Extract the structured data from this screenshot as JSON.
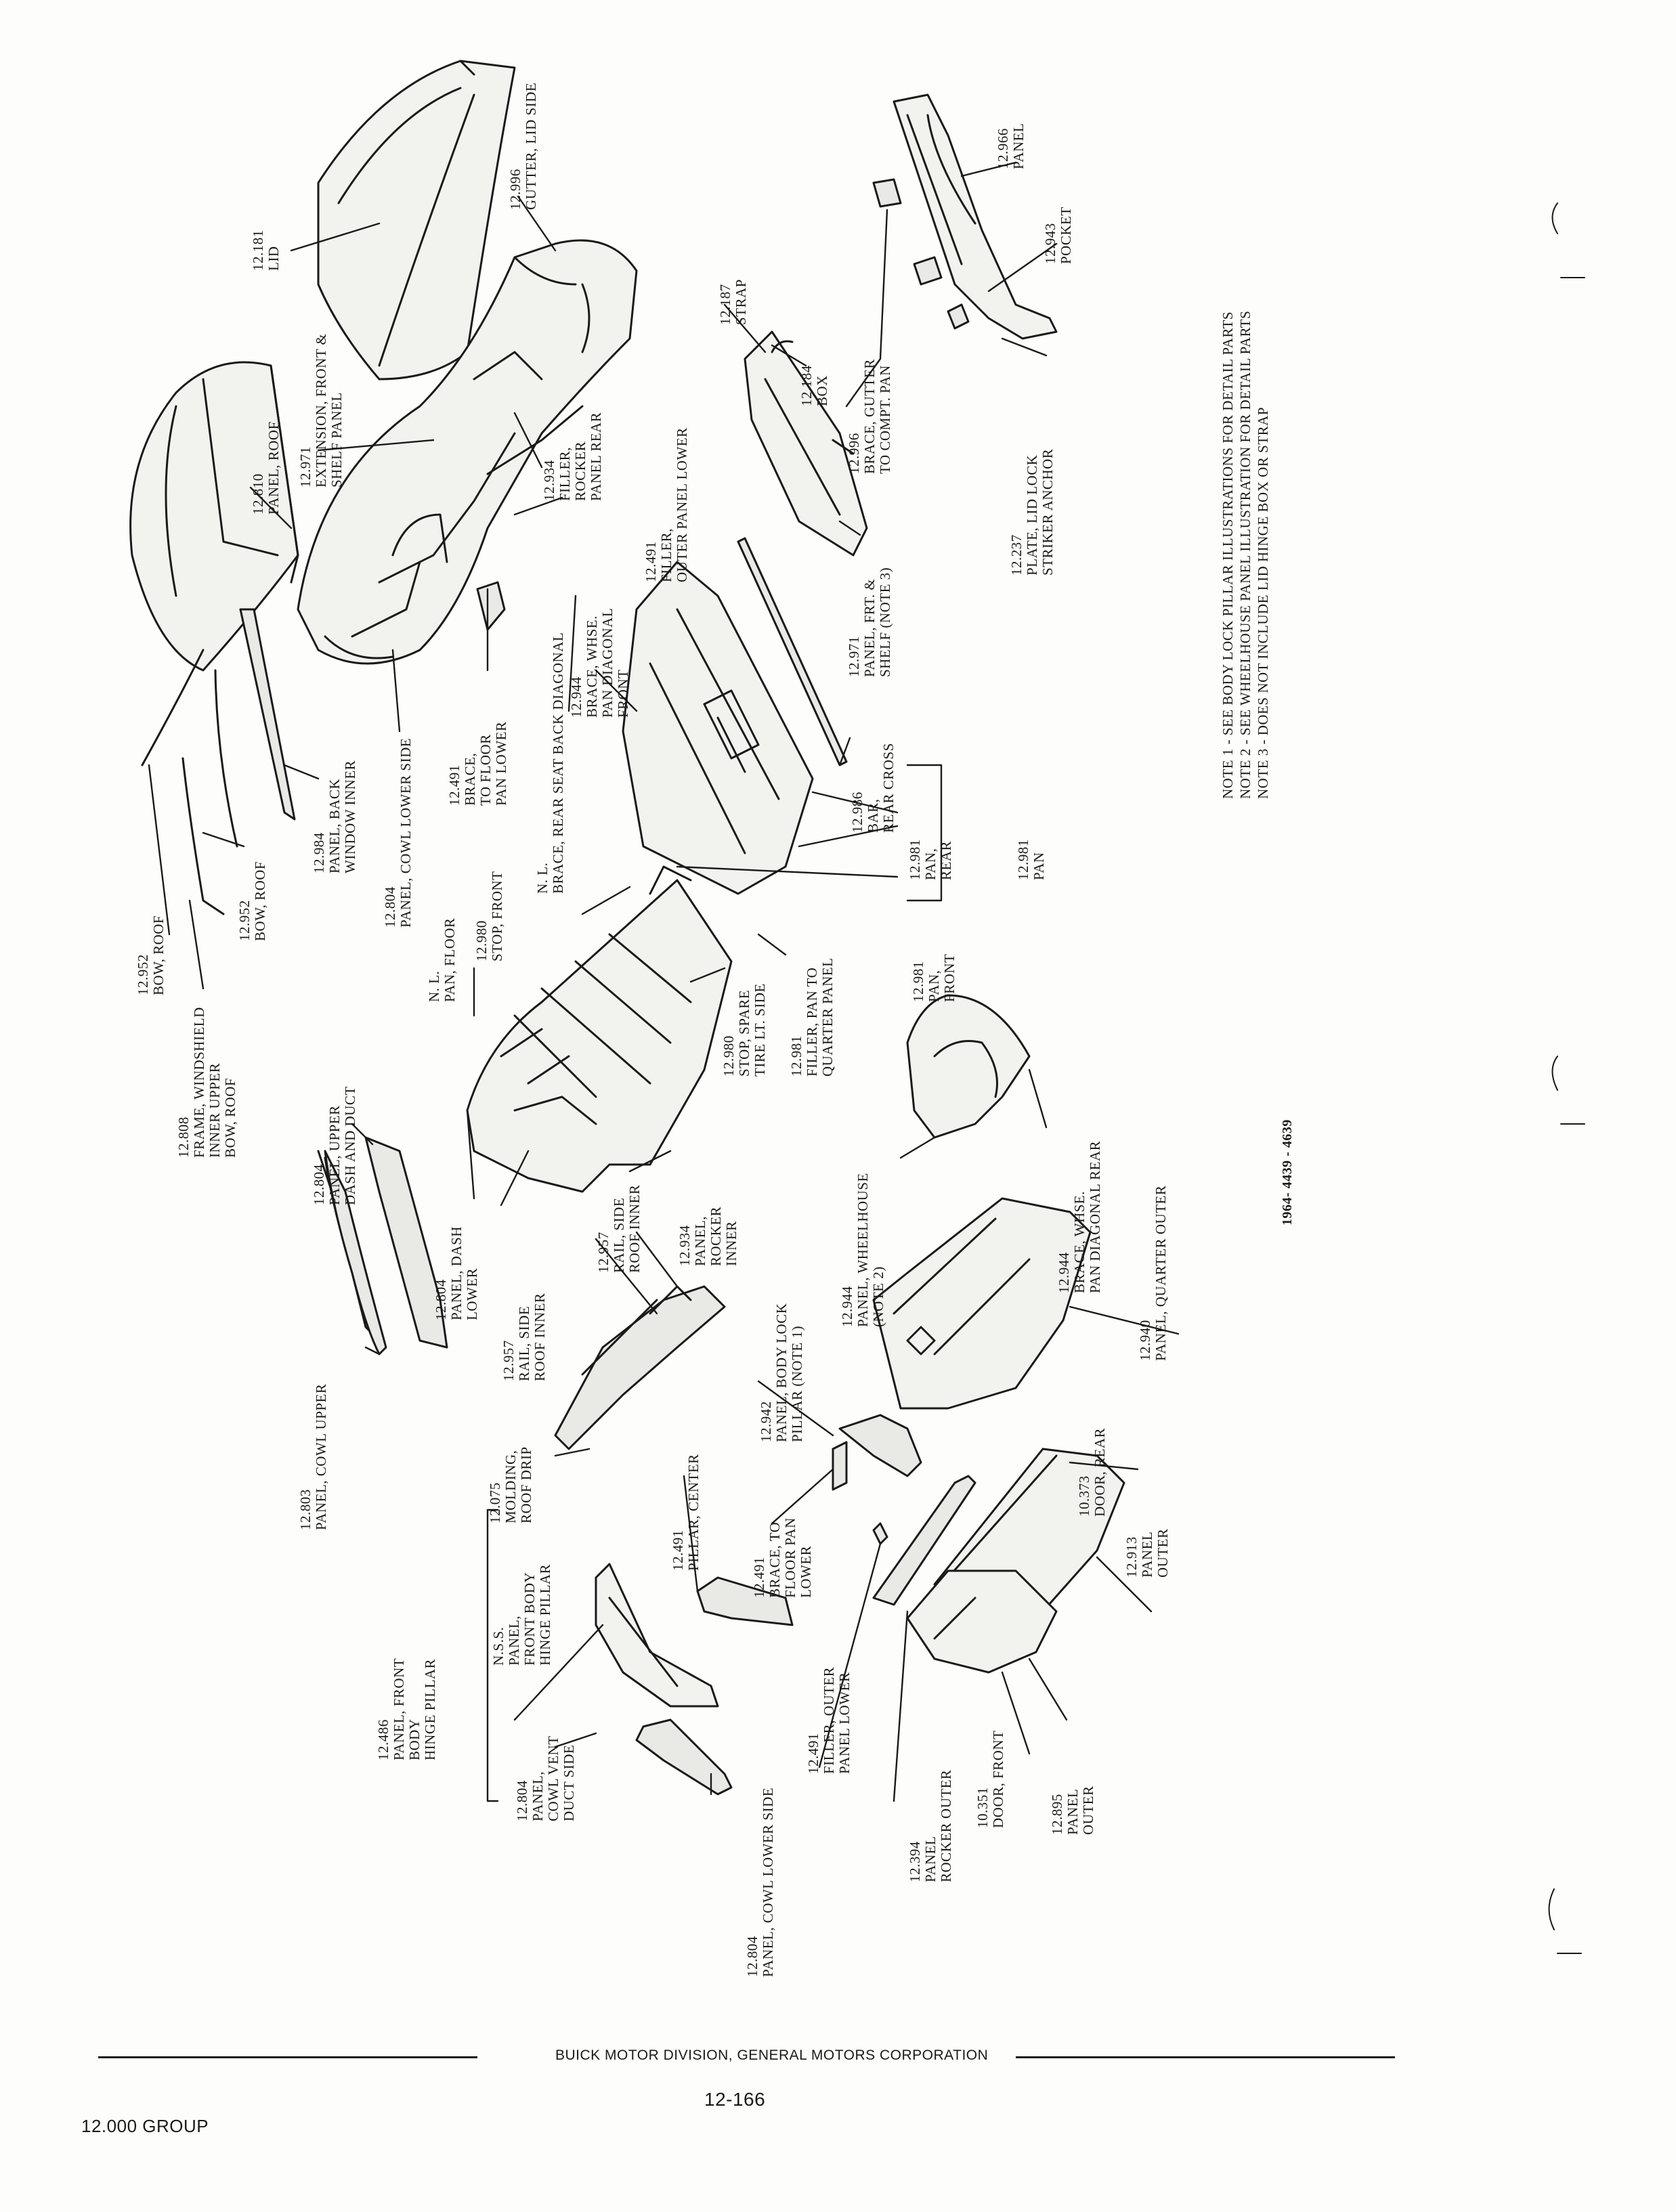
{
  "labels": [
    {
      "id": "lid",
      "lines": [
        "12.181",
        "LID"
      ]
    },
    {
      "id": "gutter-lid-side",
      "lines": [
        "12.996",
        "GUTTER, LID SIDE"
      ]
    },
    {
      "id": "panel-roof",
      "lines": [
        "12.810",
        "PANEL, ROOF"
      ]
    },
    {
      "id": "extension-front-shelf",
      "lines": [
        "12.971",
        "EXTENSION, FRONT &",
        "SHELF PANEL"
      ]
    },
    {
      "id": "filler-rocker-rear",
      "lines": [
        "12.934",
        "FILLER,",
        "ROCKER",
        "PANEL REAR"
      ]
    },
    {
      "id": "filler-outer-panel-lower-top",
      "lines": [
        "12.491",
        "FILLER,",
        "OUTER PANEL LOWER"
      ]
    },
    {
      "id": "strap",
      "lines": [
        "12.187",
        "STRAP"
      ]
    },
    {
      "id": "box",
      "lines": [
        "12.184",
        "BOX"
      ]
    },
    {
      "id": "brace-gutter",
      "lines": [
        "12.996",
        "BRACE, GUTTER",
        "TO COMPT. PAN"
      ]
    },
    {
      "id": "panel-frt-shelf",
      "lines": [
        "12.971",
        "PANEL, FRT. &",
        "SHELF (NOTE 3)"
      ]
    },
    {
      "id": "panel-top-right",
      "lines": [
        "12.966",
        "PANEL"
      ]
    },
    {
      "id": "pocket",
      "lines": [
        "12.943",
        "POCKET"
      ]
    },
    {
      "id": "plate-lid-lock",
      "lines": [
        "12.237",
        "PLATE, LID LOCK",
        "STRIKER ANCHOR"
      ]
    },
    {
      "id": "brace-whse-diag-front",
      "lines": [
        "12.944",
        "BRACE, WHSE.",
        "PAN DIAGONAL",
        "FRONT"
      ]
    },
    {
      "id": "brace-to-floor-pan-lower-top",
      "lines": [
        "12.491",
        "BRACE,",
        "TO FLOOR",
        "PAN LOWER"
      ]
    },
    {
      "id": "brace-rear-seat-back",
      "lines": [
        "N. L.",
        "BRACE, REAR SEAT BACK DIAGONAL"
      ]
    },
    {
      "id": "panel-cowl-lower-side-top",
      "lines": [
        "12.804",
        "PANEL, COWL LOWER SIDE"
      ]
    },
    {
      "id": "panel-back-window-inner",
      "lines": [
        "12.984",
        "PANEL, BACK",
        "WINDOW INNER"
      ]
    },
    {
      "id": "bow-roof-inner",
      "lines": [
        "12.952",
        "BOW, ROOF"
      ]
    },
    {
      "id": "bow-roof-outer",
      "lines": [
        "12.952",
        "BOW, ROOF"
      ]
    },
    {
      "id": "frame-windshield",
      "lines": [
        "12.808",
        "FRAME, WINDSHIELD",
        "INNER UPPER",
        "BOW, ROOF"
      ]
    },
    {
      "id": "bar-rear-cross",
      "lines": [
        "12.986",
        "BAR,",
        "REAR CROSS"
      ]
    },
    {
      "id": "pan-rear",
      "lines": [
        "12.981",
        "PAN,",
        "REAR"
      ]
    },
    {
      "id": "pan",
      "lines": [
        "12.981",
        "PAN"
      ]
    },
    {
      "id": "pan-front",
      "lines": [
        "12.981",
        "PAN,",
        "FRONT"
      ]
    },
    {
      "id": "stop-front",
      "lines": [
        "12.980",
        "STOP, FRONT"
      ]
    },
    {
      "id": "pan-floor",
      "lines": [
        "N. L.",
        "PAN, FLOOR"
      ]
    },
    {
      "id": "stop-spare-tire",
      "lines": [
        "12.980",
        "STOP, SPARE",
        "TIRE LT. SIDE"
      ]
    },
    {
      "id": "filler-pan-quarter",
      "lines": [
        "12.981",
        "FILLER, PAN TO",
        "QUARTER PANEL"
      ]
    },
    {
      "id": "panel-upper-dash",
      "lines": [
        "12.804",
        "PANEL, UPPER",
        "DASH AND DUCT"
      ]
    },
    {
      "id": "brace-whse-diag-rear",
      "lines": [
        "12.944",
        "BRACE, WHSE.",
        "PAN DIAGONAL REAR"
      ]
    },
    {
      "id": "panel-wheelhouse",
      "lines": [
        "12.944",
        "PANEL, WHEELHOUSE",
        "(NOTE 2)"
      ]
    },
    {
      "id": "panel-rocker-inner",
      "lines": [
        "12.934",
        "PANEL,",
        "ROCKER",
        "INNER"
      ]
    },
    {
      "id": "panel-dash-lower",
      "lines": [
        "12.804",
        "PANEL, DASH",
        "LOWER"
      ]
    },
    {
      "id": "rail-side-roof-inner-a",
      "lines": [
        "12.957",
        "RAIL, SIDE",
        "ROOF INNER"
      ]
    },
    {
      "id": "rail-side-roof-inner-b",
      "lines": [
        "12.957",
        "RAIL, SIDE",
        "ROOF INNER"
      ]
    },
    {
      "id": "panel-body-lock-pillar",
      "lines": [
        "12.942",
        "PANEL, BODY LOCK",
        "PILLAR (NOTE 1)"
      ]
    },
    {
      "id": "panel-quarter-outer",
      "lines": [
        "12.940",
        "PANEL, QUARTER OUTER"
      ]
    },
    {
      "id": "panel-cowl-upper",
      "lines": [
        "12.803",
        "PANEL, COWL UPPER"
      ]
    },
    {
      "id": "molding-roof-drip",
      "lines": [
        "12.075",
        "MOLDING,",
        "ROOF DRIP"
      ]
    },
    {
      "id": "pillar-center",
      "lines": [
        "12.491",
        "PILLAR, CENTER"
      ]
    },
    {
      "id": "brace-to-floor-pan-lower",
      "lines": [
        "12.491",
        "BRACE, TO",
        "FLOOR PAN",
        "LOWER"
      ]
    },
    {
      "id": "door-rear",
      "lines": [
        "10.373",
        "DOOR, REAR"
      ]
    },
    {
      "id": "panel-outer-rear-door",
      "lines": [
        "12.913",
        "PANEL",
        "OUTER"
      ]
    },
    {
      "id": "panel-front-body-hinge-pillar",
      "lines": [
        "12.486",
        "PANEL, FRONT",
        "BODY",
        "HINGE PILLAR"
      ]
    },
    {
      "id": "nss-panel-front-body",
      "lines": [
        "N.S.S.",
        "PANEL,",
        "FRONT BODY",
        "HINGE PILLAR"
      ]
    },
    {
      "id": "panel-cowl-vent-duct",
      "lines": [
        "12.804",
        "PANEL,",
        "COWL VENT",
        "DUCT SIDE"
      ]
    },
    {
      "id": "panel-cowl-lower-side-bottom",
      "lines": [
        "12.804",
        "PANEL, COWL LOWER SIDE"
      ]
    },
    {
      "id": "filler-outer-panel-lower",
      "lines": [
        "12.491",
        "FILLER, OUTER",
        "PANEL LOWER"
      ]
    },
    {
      "id": "panel-rocker-outer",
      "lines": [
        "12.394",
        "PANEL",
        "ROCKER OUTER"
      ]
    },
    {
      "id": "door-front",
      "lines": [
        "10.351",
        "DOOR, FRONT"
      ]
    },
    {
      "id": "panel-outer-front-door",
      "lines": [
        "12.895",
        "PANEL",
        "OUTER"
      ]
    },
    {
      "id": "model-code",
      "lines": [
        "1964- 4439 - 4639"
      ]
    }
  ],
  "notes": [
    "NOTE 1 - SEE BODY LOCK PILLAR ILLUSTRATIONS FOR DETAIL PARTS",
    "NOTE 2 - SEE WHEELHOUSE PANEL ILLUSTRATION FOR DETAIL PARTS",
    "NOTE 3 - DOES NOT INCLUDE LID HINGE BOX OR STRAP"
  ],
  "footer": {
    "division": "BUICK MOTOR DIVISION, GENERAL MOTORS CORPORATION",
    "group": "12.000 GROUP",
    "page": "12-166"
  }
}
